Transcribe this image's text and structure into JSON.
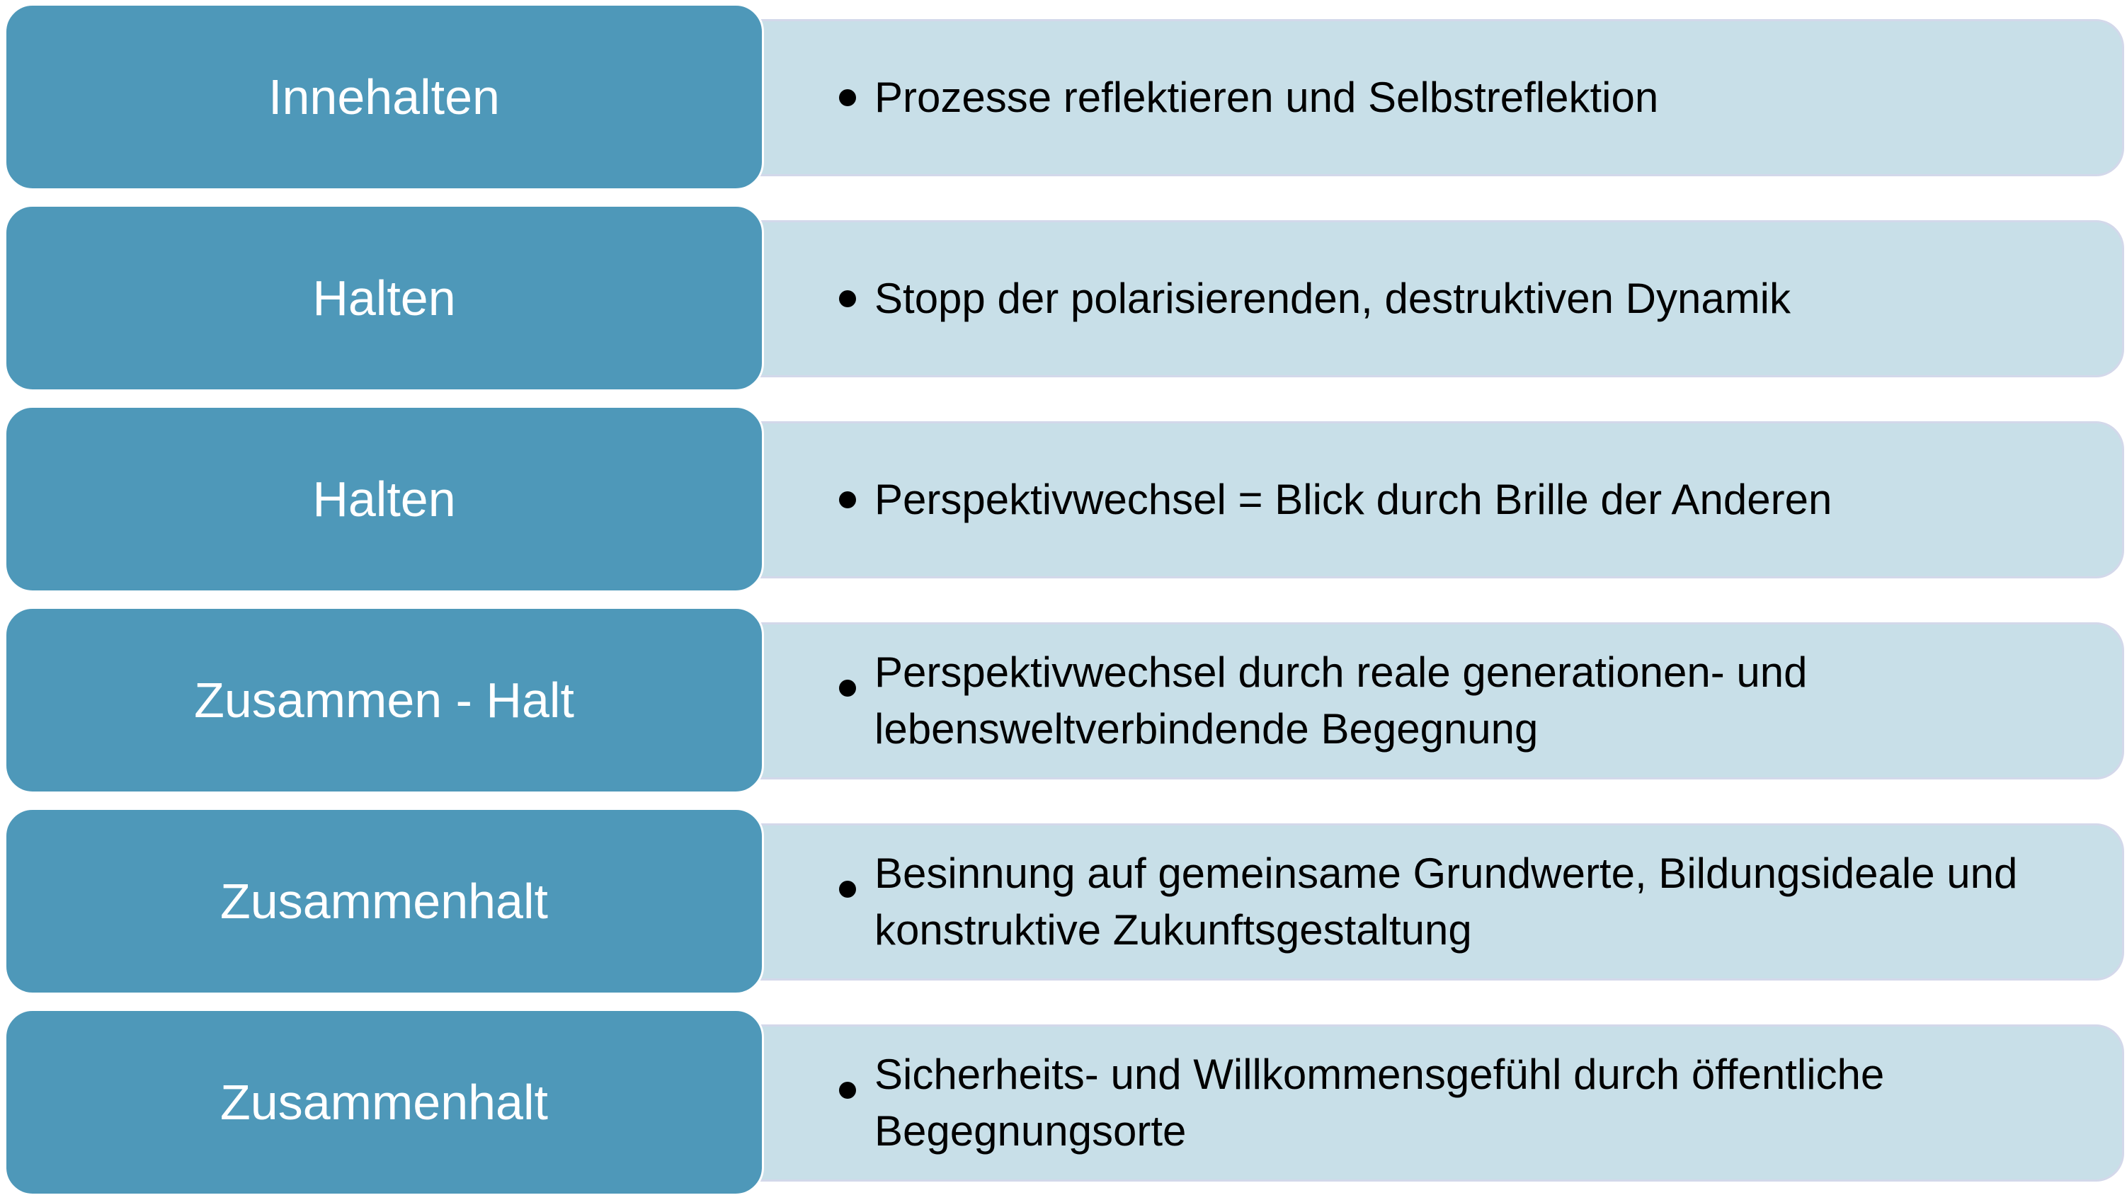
{
  "rows": [
    {
      "label": "Innehalten",
      "text": "Prozesse reflektieren und Selbstreflektion"
    },
    {
      "label": "Halten",
      "text": "Stopp der polarisierenden, destruktiven Dynamik"
    },
    {
      "label": "Halten",
      "text": "Perspektivwechsel = Blick durch Brille der Anderen"
    },
    {
      "label": "Zusammen - Halt",
      "text": "Perspektivwechsel durch reale generationen- und lebensweltverbindende Begegnung"
    },
    {
      "label": "Zusammenhalt",
      "text": "Besinnung auf gemeinsame Grundwerte, Bildungsideale und konstruktive Zukunftsgestaltung"
    },
    {
      "label": "Zusammenhalt",
      "text": "Sicherheits- und Willkommensgefühl durch öffentliche Begegnungsorte"
    }
  ],
  "colors": {
    "label_bg": "#4e98b9",
    "text_bg": "#c8dfe8"
  }
}
